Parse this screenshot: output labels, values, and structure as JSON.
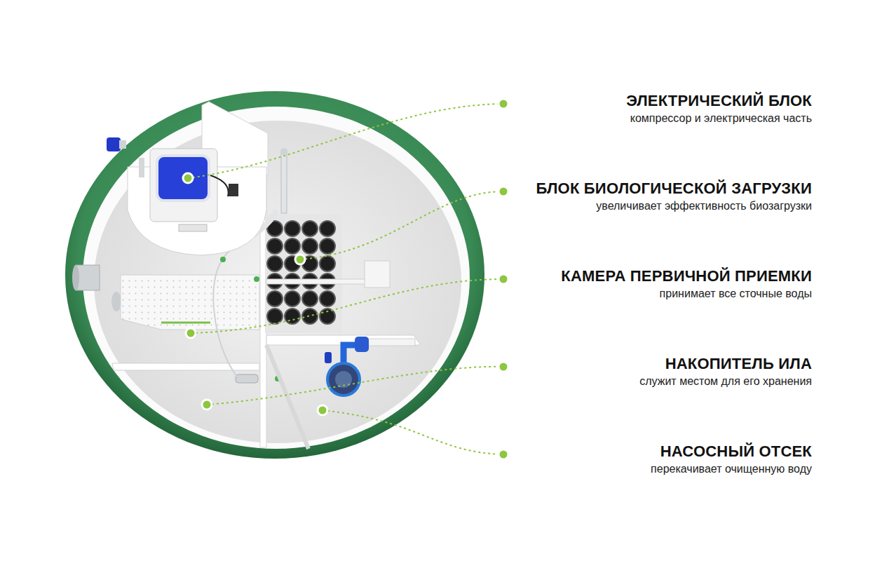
{
  "diagram": {
    "labels": [
      "ЭЛЕКТРИЧЕСКИЙ БЛОК",
      "компрессор и электрическая часть",
      "БЛОК БИОЛОГИЧЕСКОЙ ЗАГРУЗКИ",
      "увеличивает эффективность биозагрузки",
      "КАМЕРА ПЕРВИЧНОЙ ПРИЕМКИ",
      "принимает все сточные воды",
      "НАКОПИТЕЛЬ ИЛА",
      "служит местом для его хранения",
      "НАСОСНЫЙ ОТСЕК",
      "перекачивает очищенную воду"
    ]
  }
}
